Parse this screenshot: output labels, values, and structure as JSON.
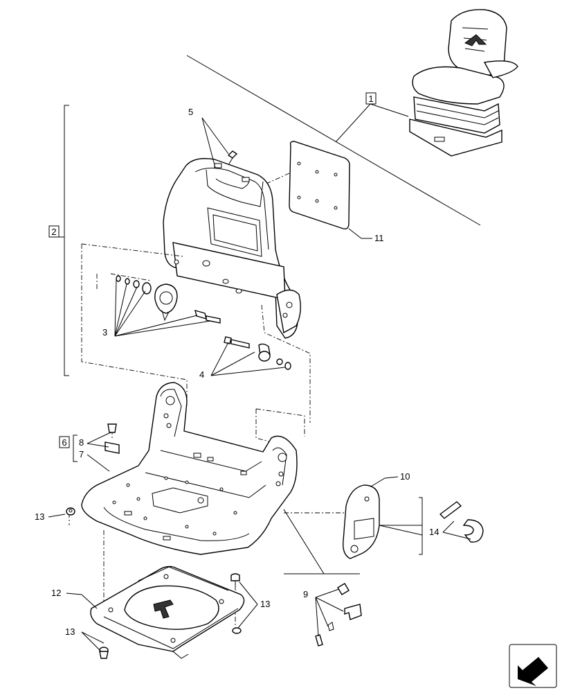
{
  "callouts": {
    "c1": "1",
    "c2": "2",
    "c3": "3",
    "c4": "4",
    "c5": "5",
    "c6": "6",
    "c7": "7",
    "c8": "8",
    "c9": "9",
    "c10": "10",
    "c11": "11",
    "c12": "12",
    "c13a": "13",
    "c13b": "13",
    "c13c": "13",
    "c14": "14"
  },
  "icons": {
    "corner": "arrow-icon"
  }
}
